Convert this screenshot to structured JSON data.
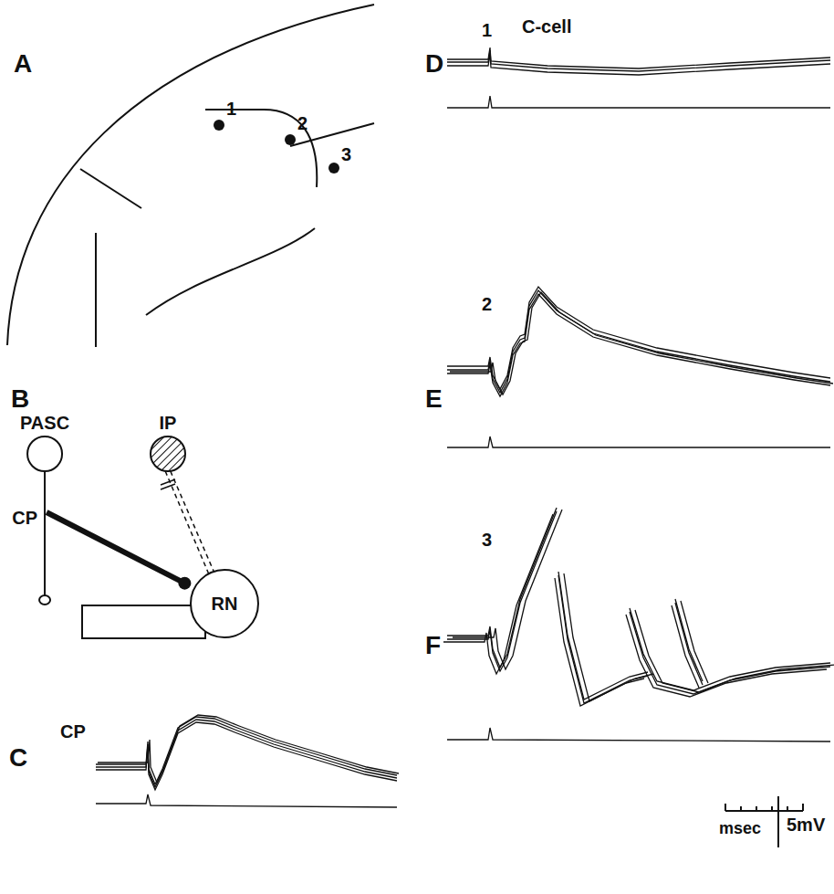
{
  "diagram": {
    "nodes": [
      {
        "text": [
          "PASC"
        ]
      },
      {
        "text": [
          "IP"
        ]
      },
      {
        "text": [
          "RN"
        ]
      }
    ],
    "edges": [
      {
        "from": 0,
        "to": 2,
        "label": "CP",
        "arrow": "none"
      },
      {
        "from": 1,
        "to": 2,
        "arrow": "none"
      }
    ],
    "labels": [
      "A",
      "1",
      "2",
      "3",
      "B",
      "C",
      "CP",
      "D",
      "1",
      "C-cell",
      "E",
      "2",
      "F",
      "3",
      "msec",
      "5mV"
    ]
  }
}
